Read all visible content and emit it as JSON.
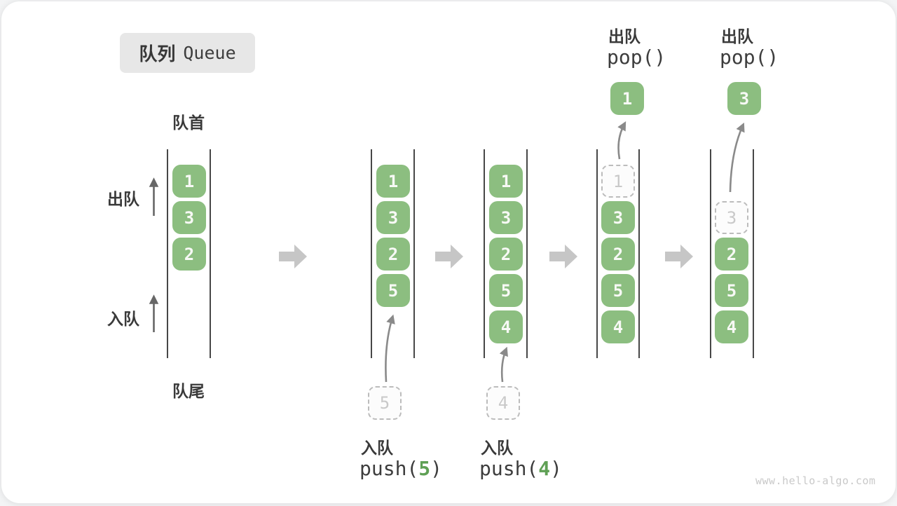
{
  "title": {
    "zh": "队列",
    "en": "Queue"
  },
  "side_labels": {
    "front": "队首",
    "rear": "队尾",
    "dequeue": "出队",
    "enqueue": "入队"
  },
  "colors": {
    "cell_green": "#8cbe80",
    "accent_green": "#5fa055",
    "flow_arrow_gray": "#c6c6c6",
    "ghost_border_gray": "#bcbcbc",
    "wall_gray": "#474747",
    "title_bg": "#e7e7e7"
  },
  "states": [
    {
      "items": [
        "1",
        "3",
        "2"
      ]
    },
    {
      "items": [
        "1",
        "3",
        "2",
        "5"
      ],
      "incoming": "5",
      "op": {
        "zh": "入队",
        "pre": "push(",
        "arg": "5",
        "post": ")"
      }
    },
    {
      "items": [
        "1",
        "3",
        "2",
        "5",
        "4"
      ],
      "incoming": "4",
      "op": {
        "zh": "入队",
        "pre": "push(",
        "arg": "4",
        "post": ")"
      }
    },
    {
      "ghost": "1",
      "items": [
        "3",
        "2",
        "5",
        "4"
      ],
      "popped": "1",
      "op": {
        "zh": "出队",
        "code": "pop()"
      }
    },
    {
      "ghost": "3",
      "items": [
        "2",
        "5",
        "4"
      ],
      "popped": "3",
      "op": {
        "zh": "出队",
        "code": "pop()"
      }
    }
  ],
  "footer": {
    "url": "www.hello-algo.com"
  }
}
